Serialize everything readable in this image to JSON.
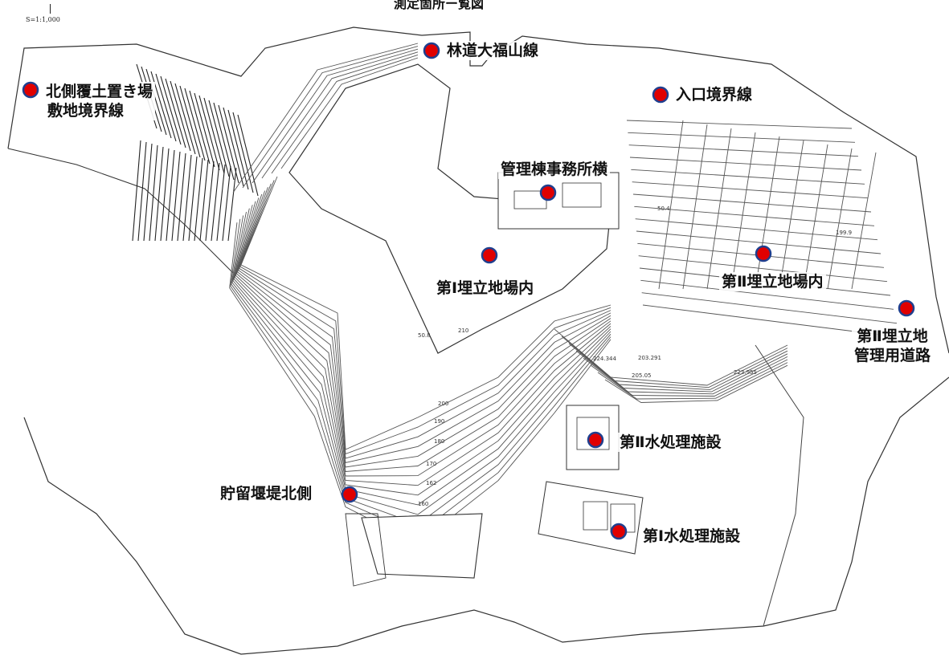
{
  "header": {
    "title_partial": "測定箇所ー覧図"
  },
  "scale": {
    "label": "S=1:1,000"
  },
  "markers": [
    {
      "id": "kita-fukudo",
      "lines": [
        "北側覆土置き場",
        "敷地境界線"
      ],
      "color": "#e00000"
    },
    {
      "id": "rindo",
      "lines": [
        "林道大福山線"
      ],
      "color": "#e00000"
    },
    {
      "id": "iriguchi",
      "lines": [
        "入口境界線"
      ],
      "color": "#e00000"
    },
    {
      "id": "kanri",
      "lines": [
        "管理棟事務所横"
      ],
      "color": "#e00000"
    },
    {
      "id": "dai1-umetate",
      "lines": [
        "第Ⅰ埋立地場内"
      ],
      "color": "#e00000"
    },
    {
      "id": "dai2-umetate",
      "lines": [
        "第Ⅱ埋立地場内"
      ],
      "color": "#e00000"
    },
    {
      "id": "dai2-road",
      "lines": [
        "第Ⅱ埋立地",
        "管理用道路"
      ],
      "color": "#e00000"
    },
    {
      "id": "dai2-water",
      "lines": [
        "第Ⅱ水処理施設"
      ],
      "color": "#e00000"
    },
    {
      "id": "choryu",
      "lines": [
        "貯留堰堤北側"
      ],
      "color": "#e00000"
    },
    {
      "id": "dai1-water",
      "lines": [
        "第Ⅰ水処理施設"
      ],
      "color": "#e00000"
    }
  ],
  "map_annotations": [
    "210",
    "200",
    "190",
    "180",
    "170",
    "162",
    "160",
    "50.8",
    "50.4",
    "199.9",
    "224.344",
    "223.955",
    "205.05",
    "203.291"
  ]
}
